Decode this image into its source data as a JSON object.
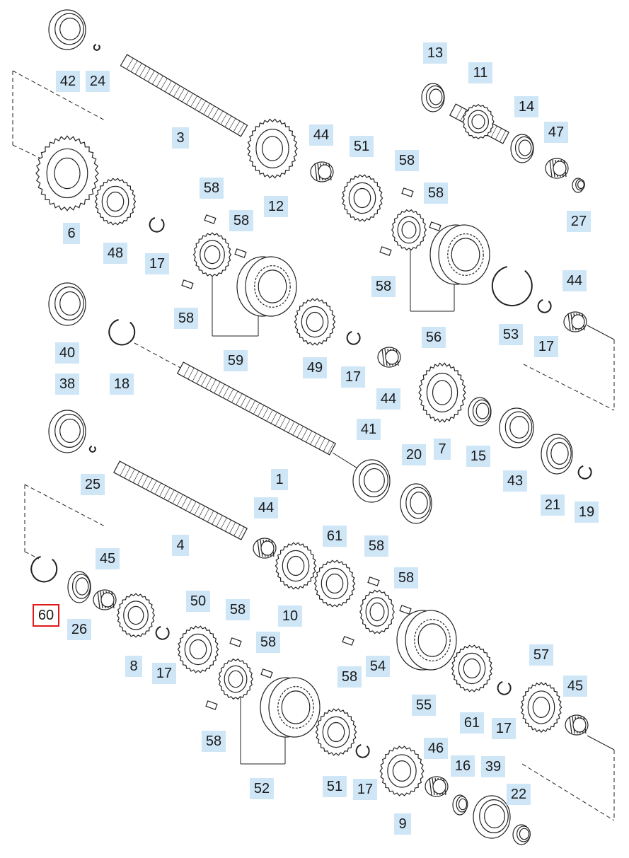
{
  "diagram": {
    "selected_part": "60",
    "callouts": [
      "42",
      "24",
      "3",
      "6",
      "48",
      "17",
      "12",
      "44",
      "51",
      "58",
      "13",
      "11",
      "14",
      "47",
      "27",
      "59",
      "49",
      "56",
      "53",
      "40",
      "18",
      "38",
      "1",
      "41",
      "7",
      "15",
      "43",
      "21",
      "19",
      "20",
      "25",
      "4",
      "61",
      "45",
      "26",
      "60",
      "8",
      "10",
      "50",
      "54",
      "55",
      "57",
      "46",
      "16",
      "39",
      "22",
      "52",
      "9"
    ]
  },
  "colors": {
    "label_bg": "#cfe6f7",
    "selected_border": "#e01818",
    "line": "#222222"
  }
}
